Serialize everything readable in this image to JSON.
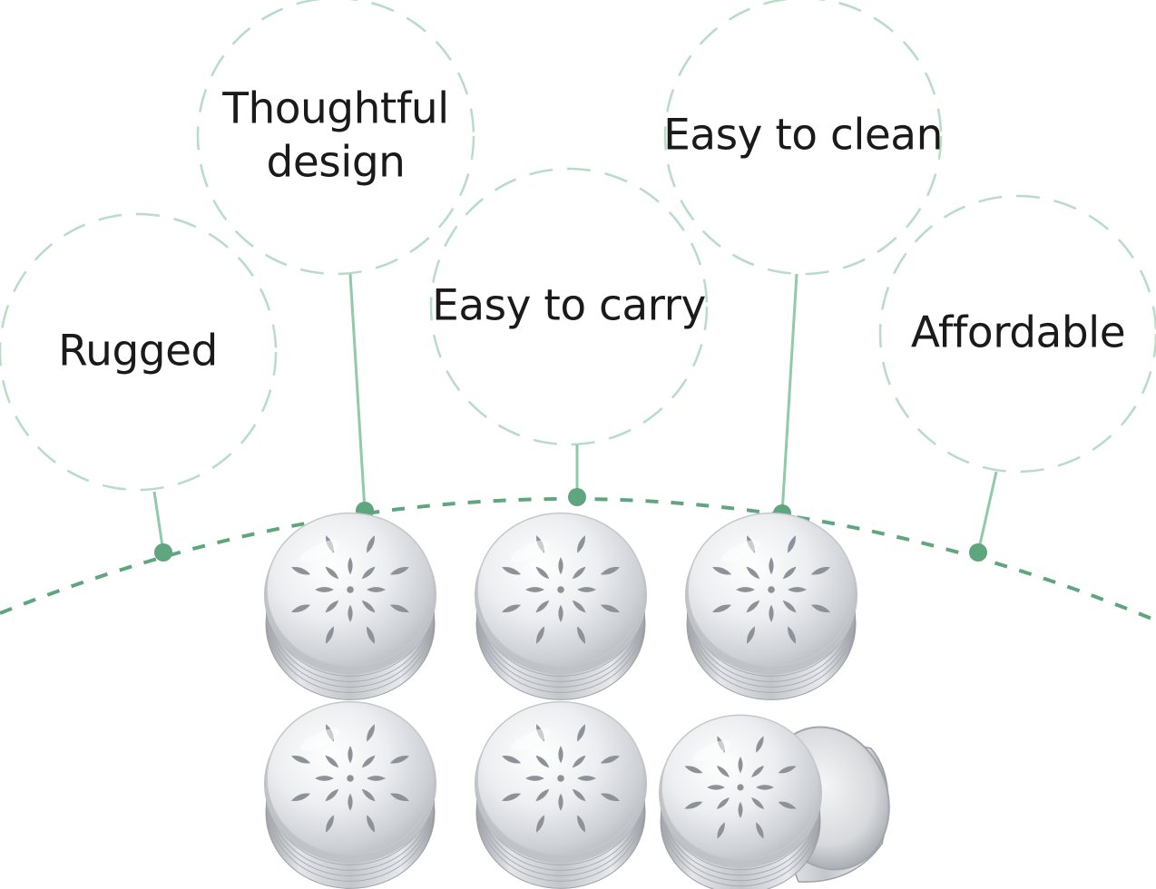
{
  "colors": {
    "accent": "#5fa57e",
    "circle_stroke": "#b7dcc8",
    "leader": "#8fcaa9",
    "text": "#1a1a1a",
    "background": "#ffffff",
    "tin_light": "#f2f3f5",
    "tin_mid": "#c9ccd1",
    "tin_dark": "#8e9299"
  },
  "features": [
    {
      "id": "rugged",
      "lines": [
        "Rugged"
      ]
    },
    {
      "id": "thoughtful-design",
      "lines": [
        "Thoughtful",
        "design"
      ]
    },
    {
      "id": "easy-to-carry",
      "lines": [
        "Easy to carry"
      ]
    },
    {
      "id": "easy-to-clean",
      "lines": [
        "Easy to clean"
      ]
    },
    {
      "id": "affordable",
      "lines": [
        "Affordable"
      ]
    }
  ],
  "product": {
    "name": "aluminum-tin-with-perforated-lid",
    "visible_count": 6
  }
}
